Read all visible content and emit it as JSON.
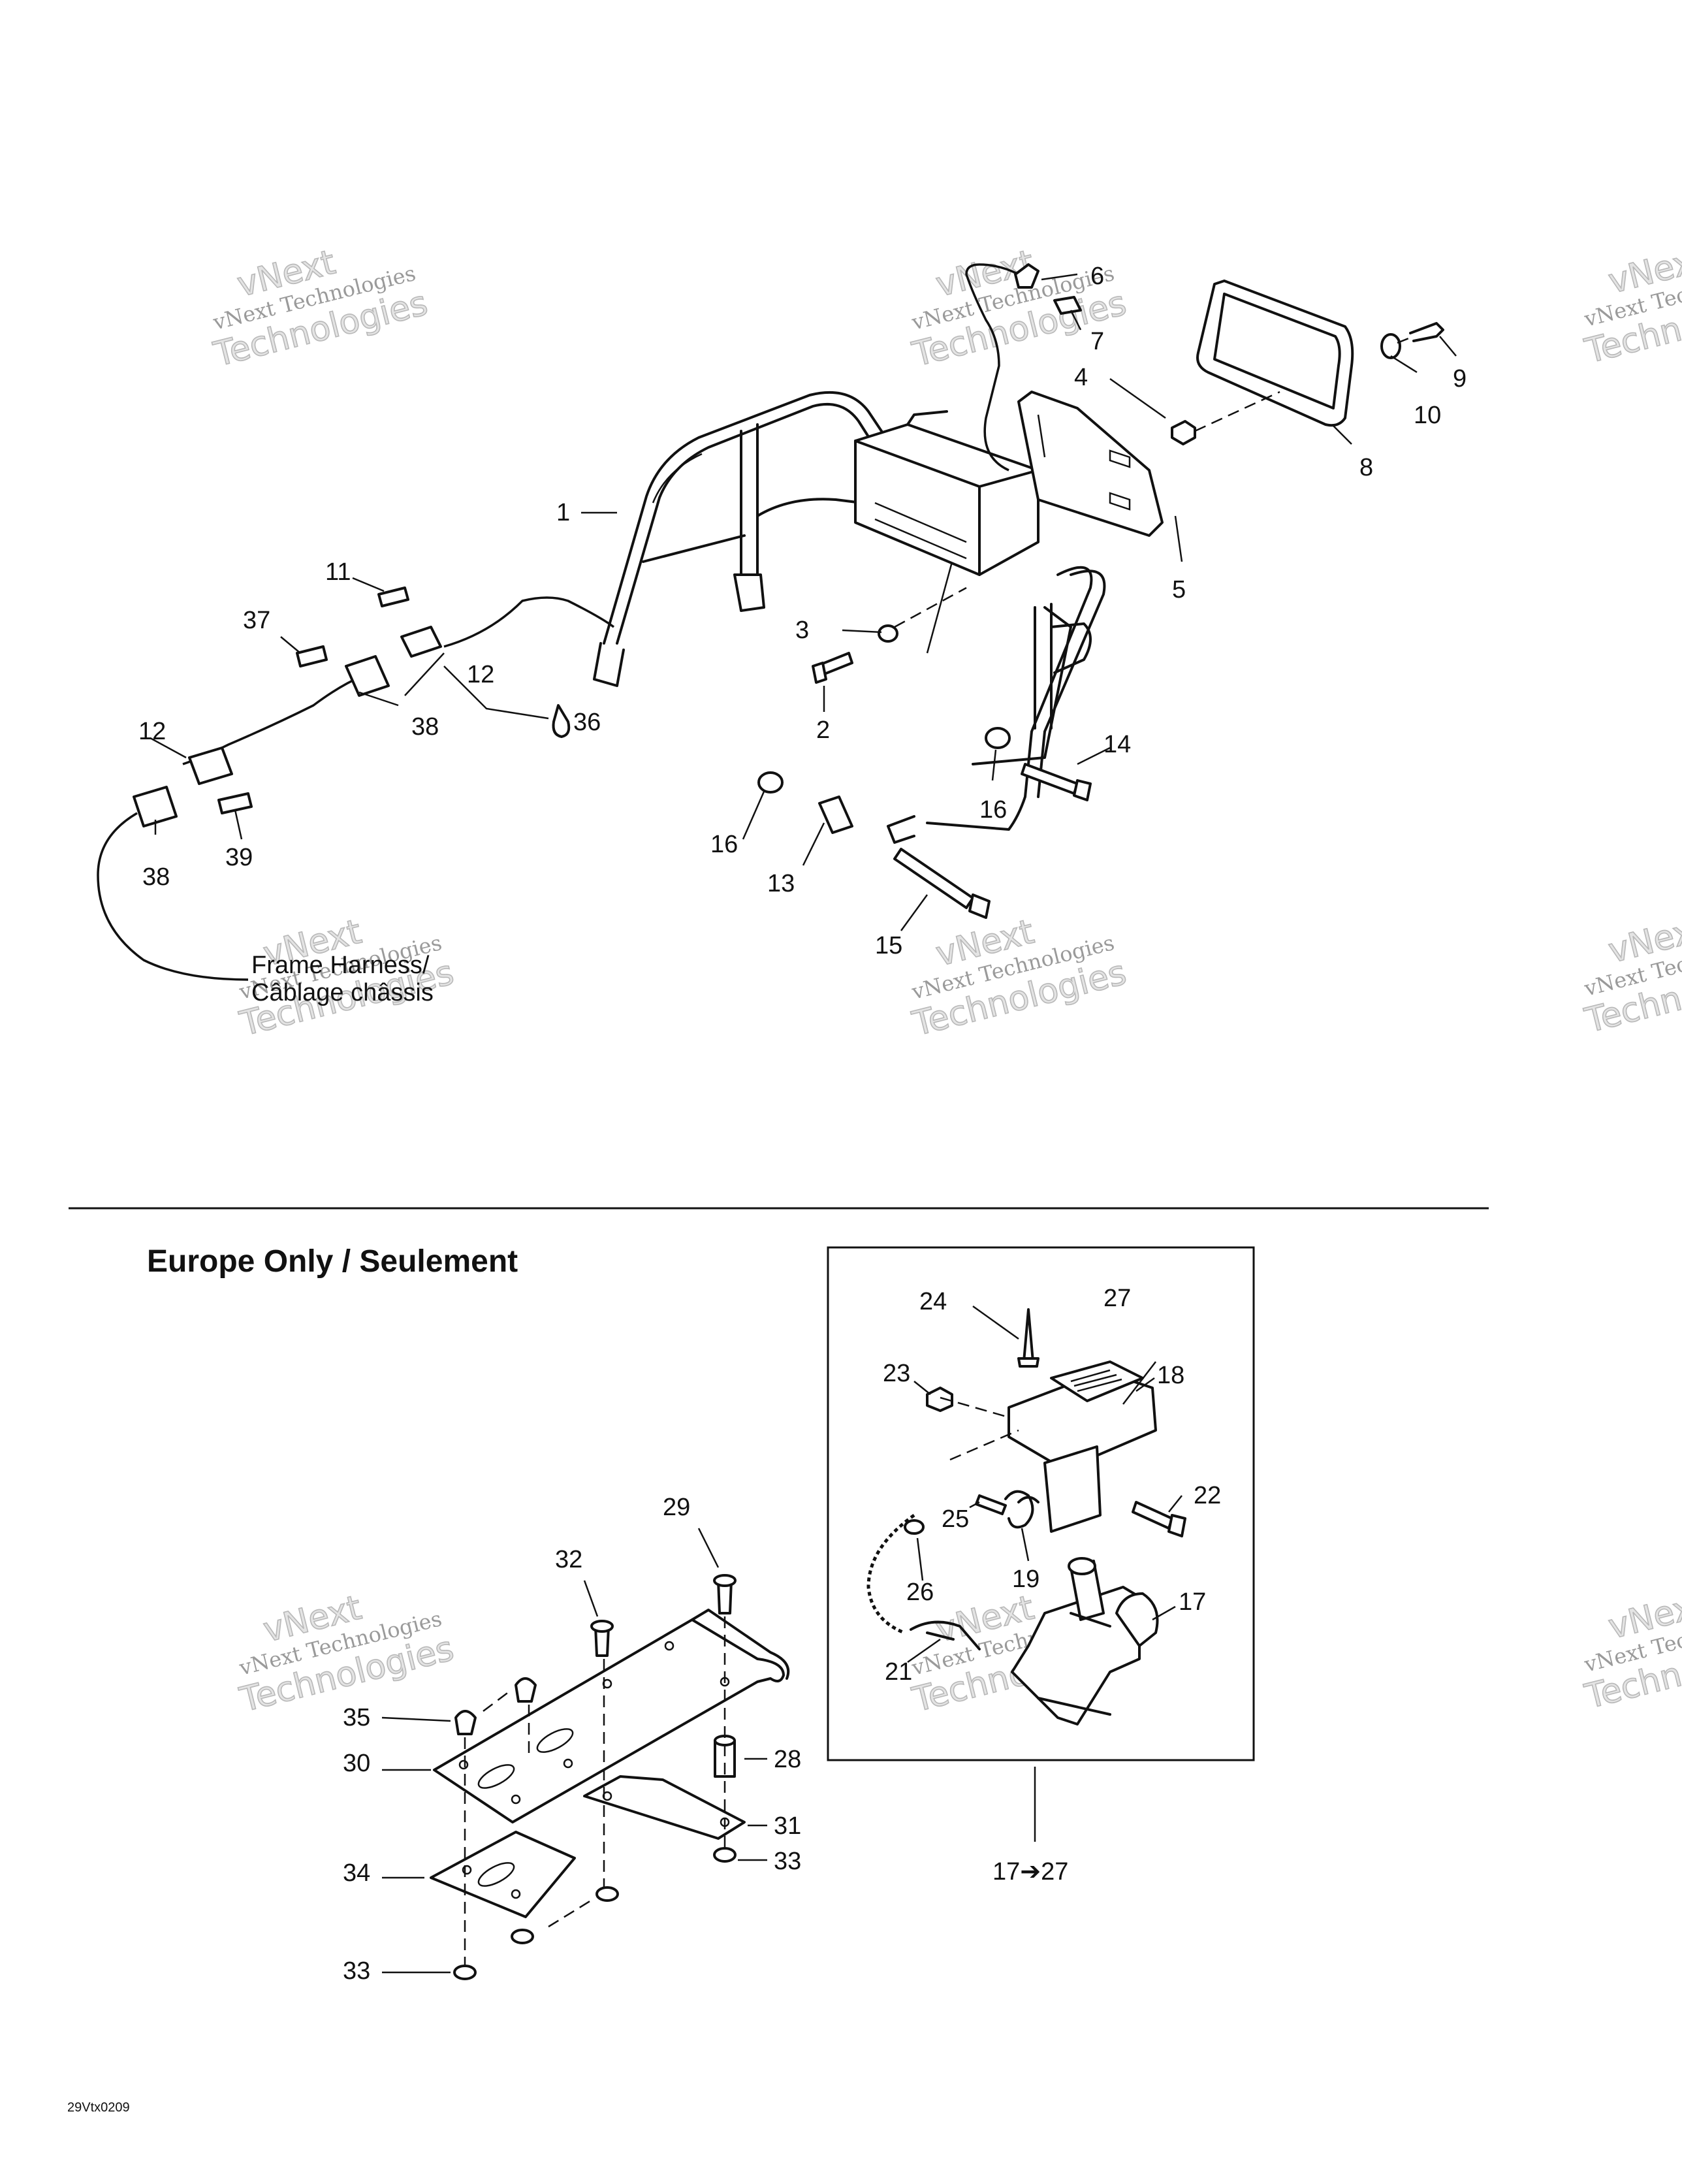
{
  "labels": {
    "p1": "1",
    "p2": "2",
    "p3": "3",
    "p4": "4",
    "p5": "5",
    "p6": "6",
    "p7": "7",
    "p8": "8",
    "p9": "9",
    "p10": "10",
    "p11": "11",
    "p12a": "12",
    "p12b": "12",
    "p13": "13",
    "p14": "14",
    "p15": "15",
    "p16a": "16",
    "p16b": "16",
    "p37": "37",
    "p38a": "38",
    "p38b": "38",
    "p39": "39",
    "p36": "36",
    "p17": "17",
    "p18": "18",
    "p19": "19",
    "p21": "21",
    "p22": "22",
    "p23": "23",
    "p24": "24",
    "p25": "25",
    "p26": "26",
    "p27": "27",
    "p28": "28",
    "p29": "29",
    "p30": "30",
    "p31": "31",
    "p32": "32",
    "p33a": "33",
    "p33b": "33",
    "p34": "34",
    "p35": "35",
    "kit_range": "17➔27"
  },
  "frame_harness_line1": "Frame Harness/",
  "frame_harness_line2": "Câblage châssis",
  "section_title": "Europe Only / Seulement",
  "figure_code": "29Vtx0209",
  "watermark": {
    "line1": "vNext Technologies",
    "line2": "vNext",
    "line3": "Technologies"
  }
}
